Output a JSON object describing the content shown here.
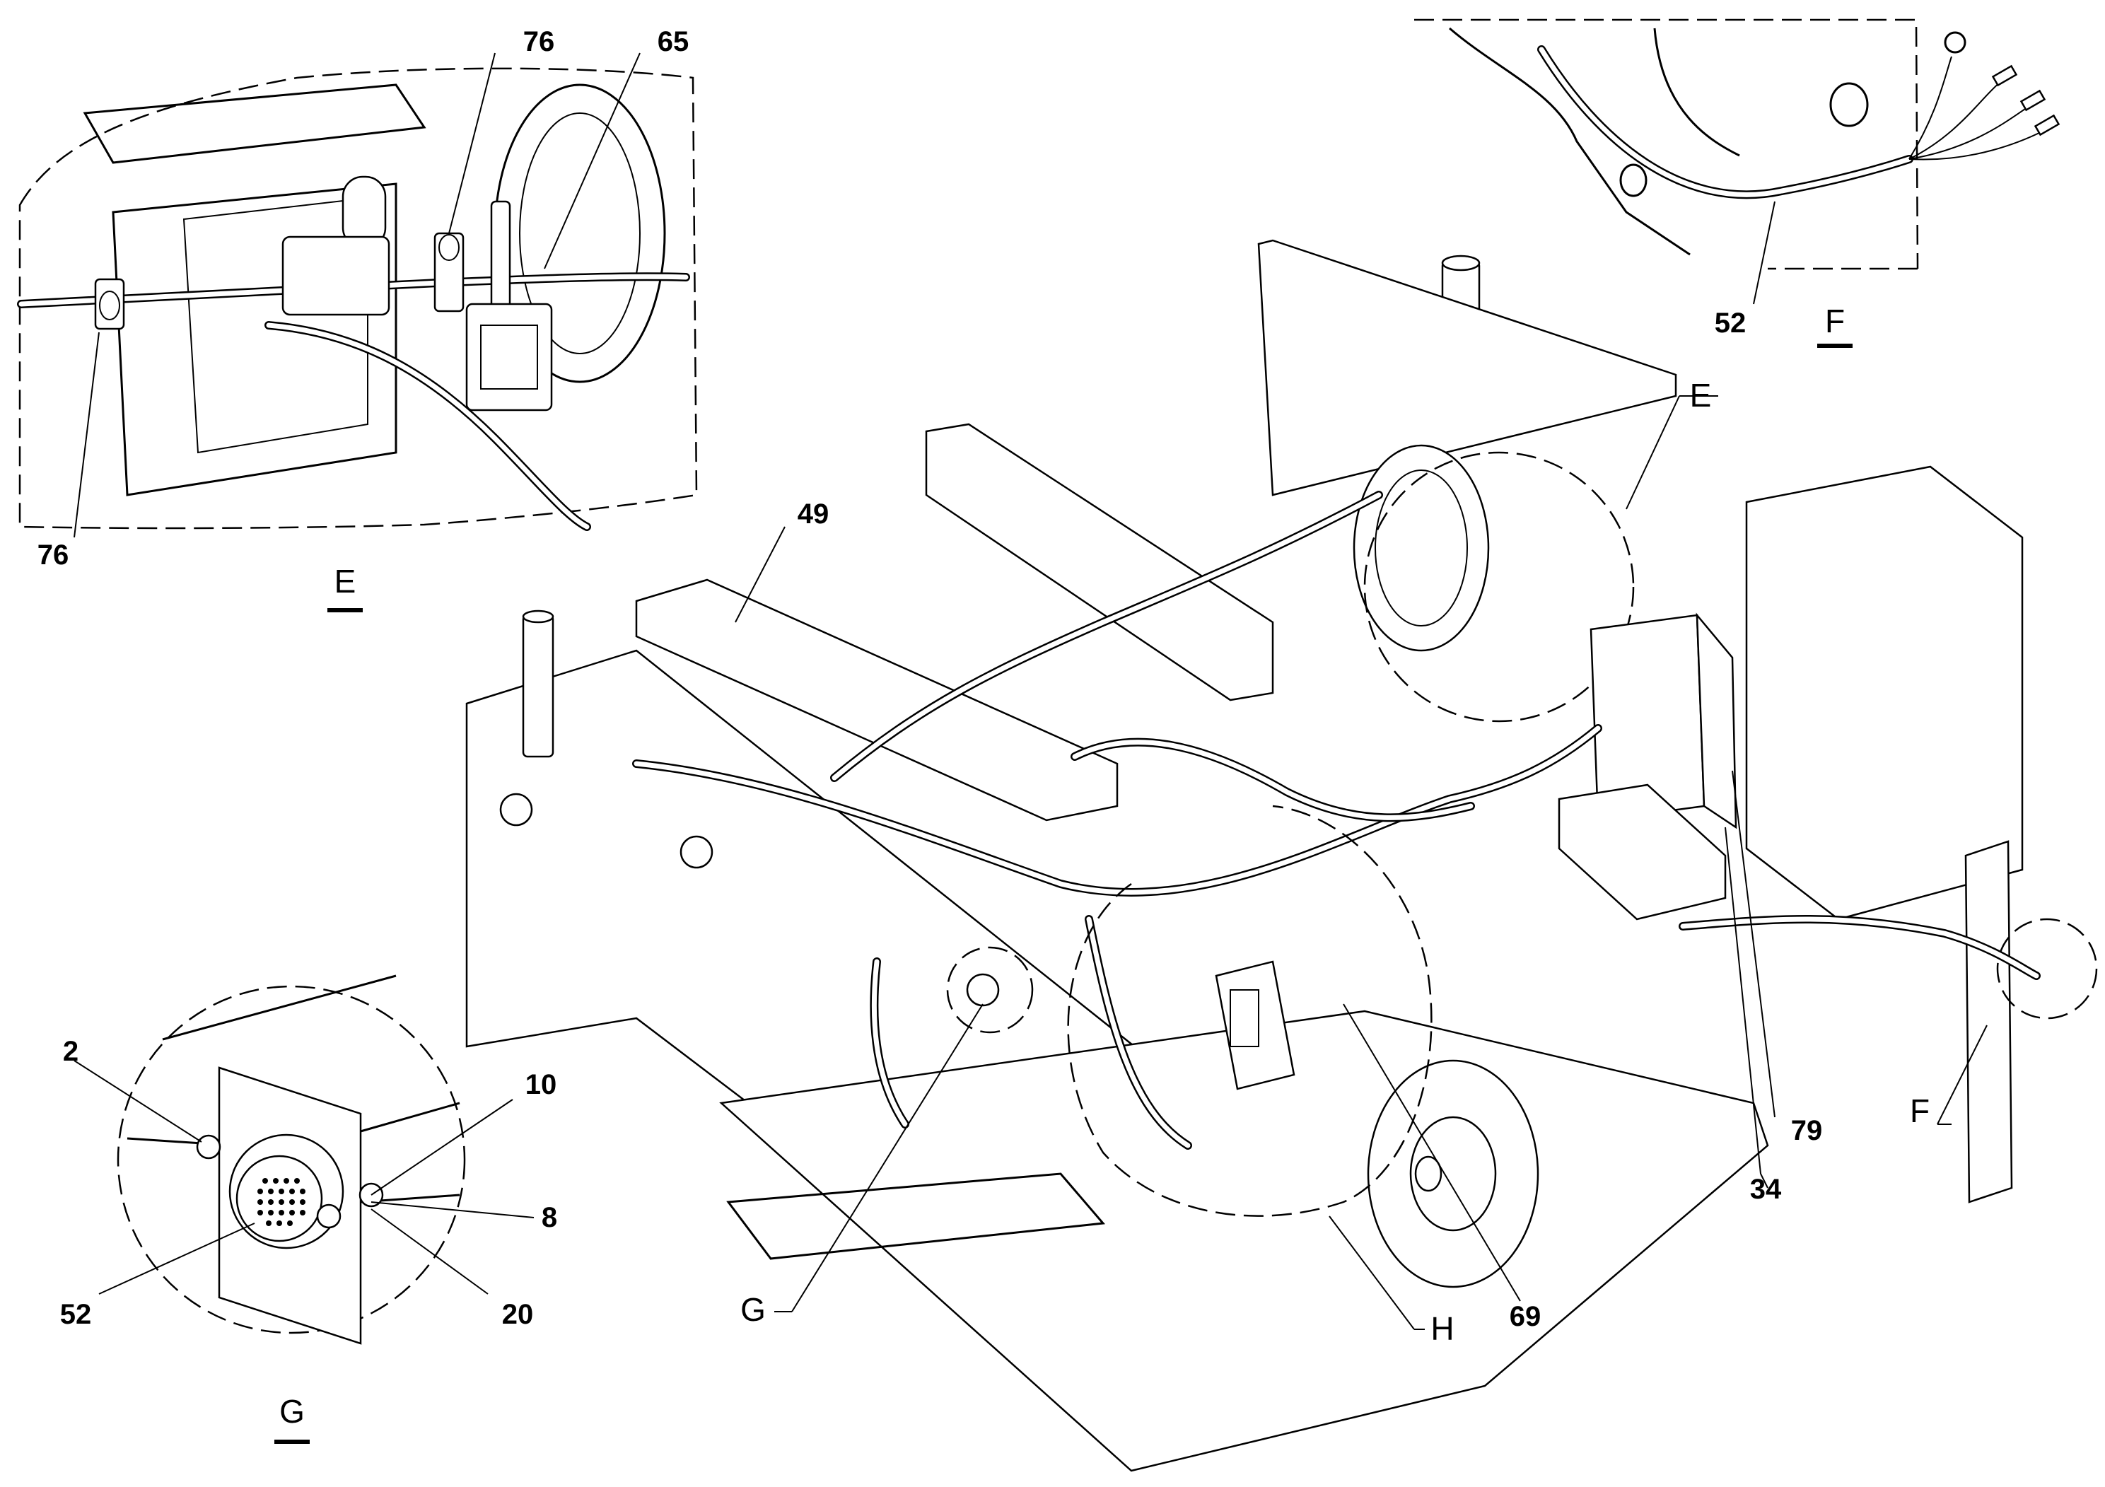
{
  "callouts": {
    "c76_top": "76",
    "c65": "65",
    "c76_left": "76",
    "c52_top": "52",
    "c49": "49",
    "c2": "2",
    "c10": "10",
    "c8": "8",
    "c52_bottom": "52",
    "c20": "20",
    "c34": "34",
    "c79": "79",
    "c69": "69"
  },
  "views": {
    "e_detail_title": "E",
    "f_detail_title": "F",
    "g_detail_title": "G",
    "e_pointer": "E",
    "f_pointer": "F",
    "g_pointer": "G",
    "h_pointer": "H"
  }
}
